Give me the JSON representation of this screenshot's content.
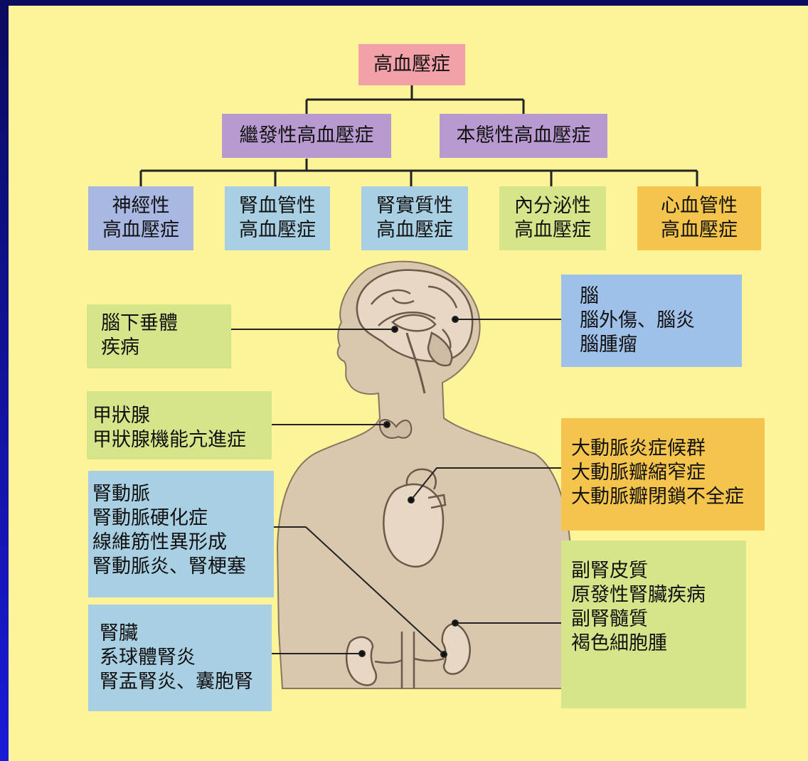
{
  "tree": {
    "root": "高血壓症",
    "secondary": "繼發性高血壓症",
    "essential": "本態性高血壓症",
    "types": [
      "神經性\n高血壓症",
      "腎血管性\n高血壓症",
      "腎實質性\n高血壓症",
      "內分泌性\n高血壓症",
      "心血管性\n高血壓症"
    ]
  },
  "organs": {
    "pituitary": "腦下垂體\n疾病",
    "brain": "腦\n腦外傷、腦炎\n腦腫瘤",
    "thyroid": "甲狀腺\n甲狀腺機能亢進症",
    "aorta": "大動脈炎症候群\n大動脈瓣縮窄症\n大動脈瓣閉鎖不全症",
    "renal_artery": "腎動脈\n腎動脈硬化症\n線維筋性異形成\n腎動脈炎、腎梗塞",
    "adrenal": "副腎皮質\n原發性腎臟疾病\n副腎髓質\n褐色細胞腫",
    "kidney": "腎臟\n系球體腎炎\n腎盂腎炎、囊胞腎"
  },
  "colors": {
    "background": "#fdf49a",
    "root": "#f2a1a8",
    "level2": "#b89ad0",
    "silhouette": "#d9c7ae"
  }
}
